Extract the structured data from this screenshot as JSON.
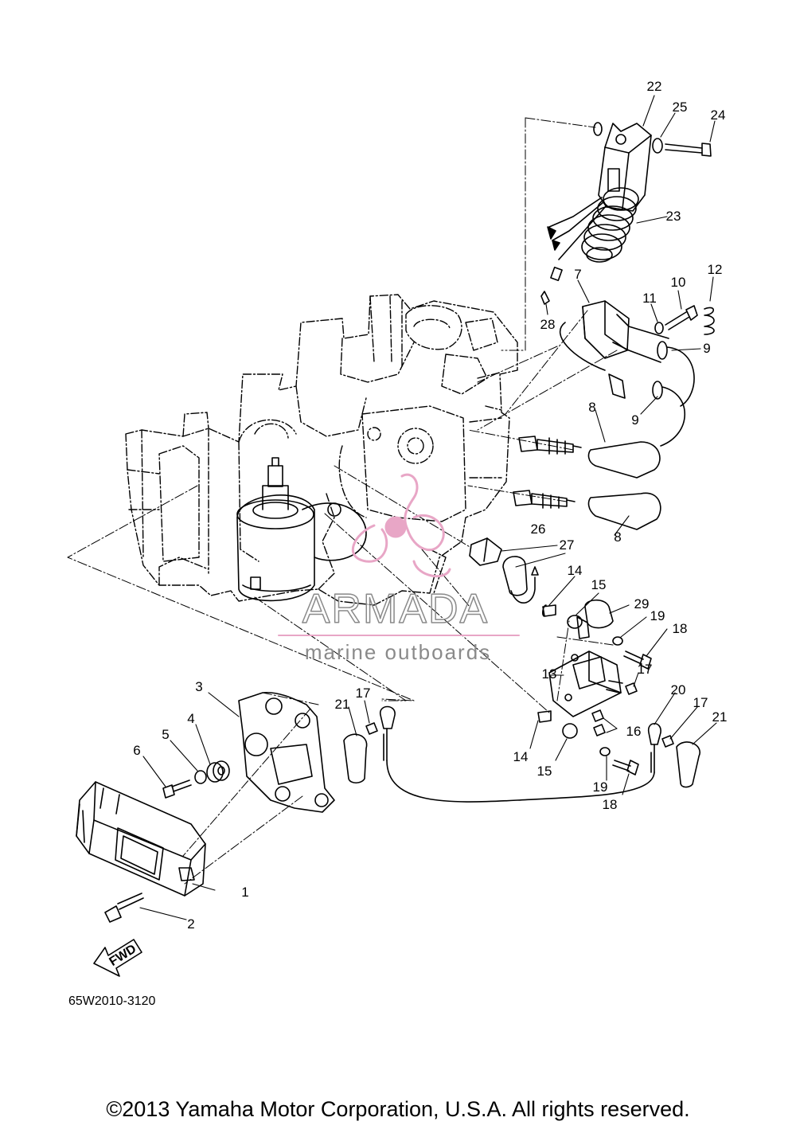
{
  "diagram": {
    "part_labels": [
      "1",
      "2",
      "3",
      "4",
      "5",
      "6",
      "7",
      "8",
      "8",
      "9",
      "9",
      "10",
      "11",
      "12",
      "13",
      "14",
      "14",
      "15",
      "15",
      "16",
      "17",
      "17",
      "17",
      "18",
      "18",
      "19",
      "19",
      "20",
      "21",
      "21",
      "22",
      "23",
      "24",
      "25",
      "26",
      "27",
      "28",
      "29"
    ],
    "fwd_label": "FWD",
    "diagram_code": "65W2010-3120"
  },
  "watermark": {
    "brand": "ARMADA",
    "tagline": "marine outboards",
    "color": "#e8a6c6"
  },
  "footer": {
    "copyright": "©2013 Yamaha Motor Corporation, U.S.A. All rights reserved."
  }
}
